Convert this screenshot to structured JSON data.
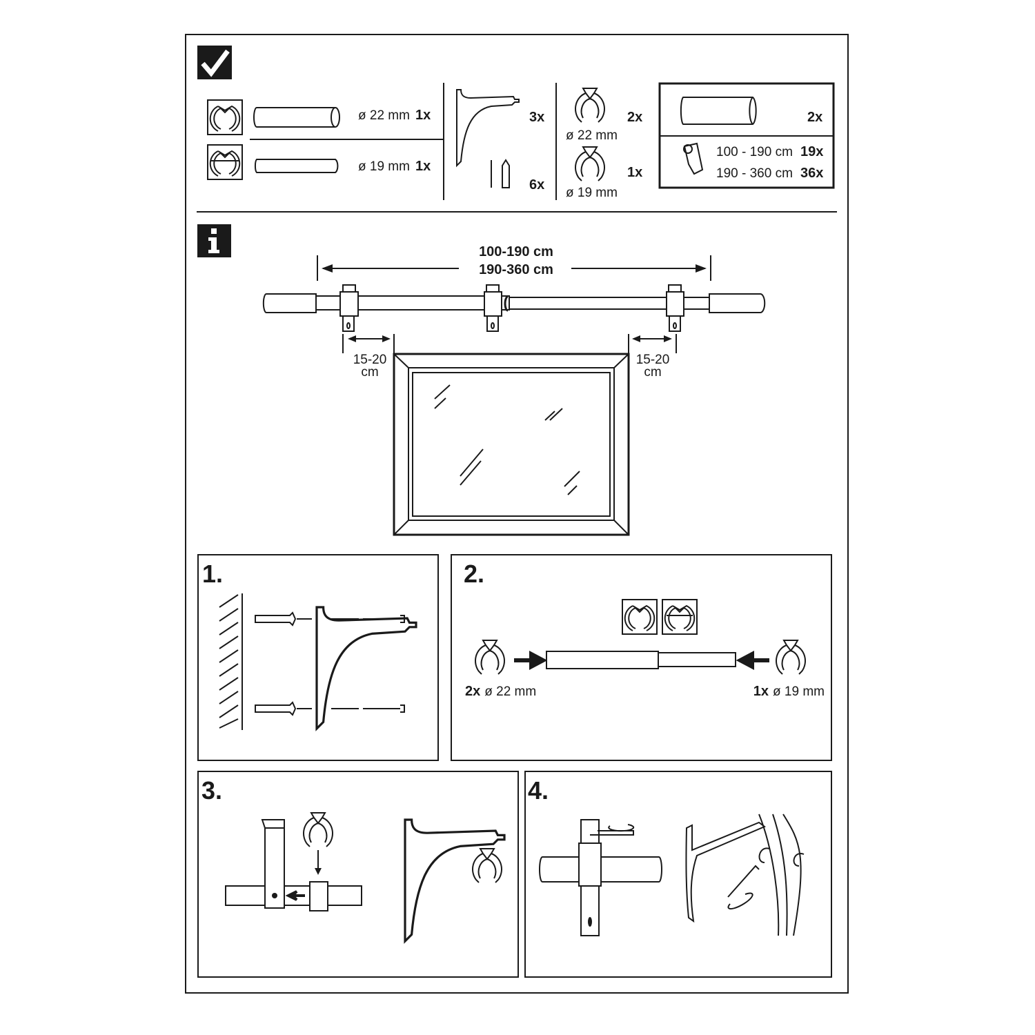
{
  "icons": {
    "checklist": "check-icon",
    "info": "info-icon"
  },
  "parts": {
    "rod_22": {
      "diameter": "ø 22 mm",
      "qty": "1x"
    },
    "rod_19": {
      "diameter": "ø 19 mm",
      "qty": "1x"
    },
    "bracket_qty": "3x",
    "screws_qty": "6x",
    "ring_22": {
      "diameter": "ø 22 mm",
      "qty": "2x"
    },
    "ring_19": {
      "diameter": "ø 19 mm",
      "qty": "1x"
    },
    "finial_qty": "2x",
    "gliders": [
      {
        "range": "100 - 190 cm",
        "qty": "19x"
      },
      {
        "range": "190 - 360 cm",
        "qty": "36x"
      }
    ]
  },
  "info": {
    "length_1": "100-190 cm",
    "length_2": "190-360 cm",
    "offset_left": [
      "15-20",
      "cm"
    ],
    "offset_right": [
      "15-20",
      "cm"
    ]
  },
  "steps": [
    {
      "label": "1."
    },
    {
      "label": "2.",
      "left_qty": "2x",
      "left_dia": "ø 22 mm",
      "right_qty": "1x",
      "right_dia": "ø 19 mm"
    },
    {
      "label": "3."
    },
    {
      "label": "4."
    }
  ]
}
